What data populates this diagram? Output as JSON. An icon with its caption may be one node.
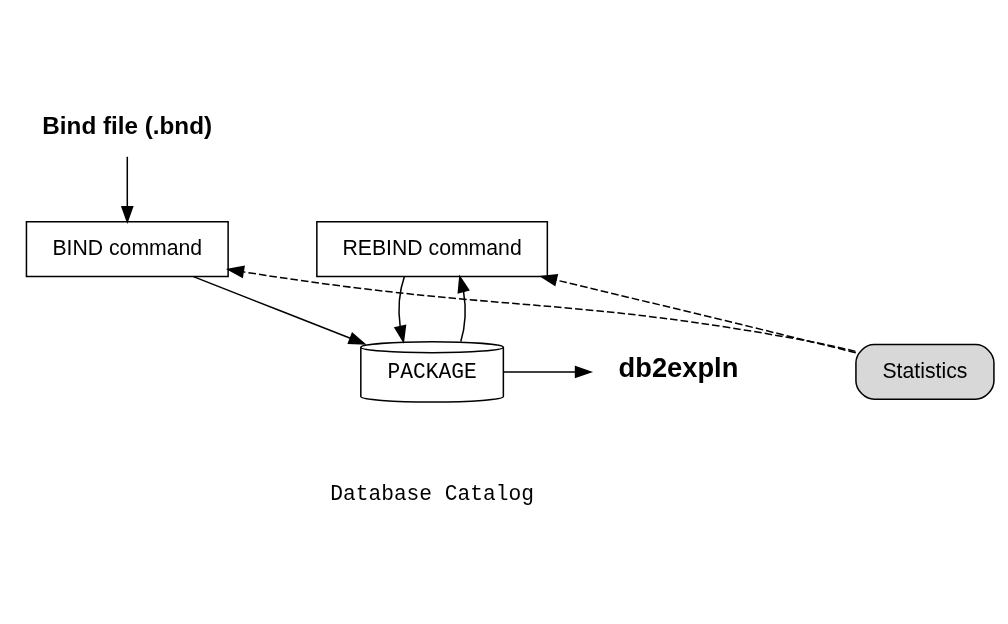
{
  "diagram": {
    "nodes": [
      {
        "text": [
          "Bind file (.bnd)"
        ]
      },
      {
        "text": [
          "BIND command"
        ]
      },
      {
        "text": [
          "REBIND command"
        ]
      },
      {
        "text": [
          "Statistics"
        ]
      },
      {
        "text": [
          "PACKAGE"
        ],
        "beside": [
          "Database Catalog"
        ]
      },
      {
        "text": [
          "db2expln"
        ]
      }
    ],
    "edges": [
      {
        "from": 0,
        "to": 1,
        "arrow": "to"
      },
      {
        "from": 1,
        "to": 4,
        "arrow": "to"
      },
      {
        "from": 4,
        "to": 2,
        "arrow": "to"
      },
      {
        "from": 2,
        "to": 4,
        "arrow": "to"
      },
      {
        "from": 3,
        "to": 1,
        "arrow": "to",
        "style": "dashed"
      },
      {
        "from": 3,
        "to": 2,
        "arrow": "to",
        "style": "dashed"
      },
      {
        "from": 4,
        "to": 5,
        "arrow": "to"
      }
    ]
  }
}
